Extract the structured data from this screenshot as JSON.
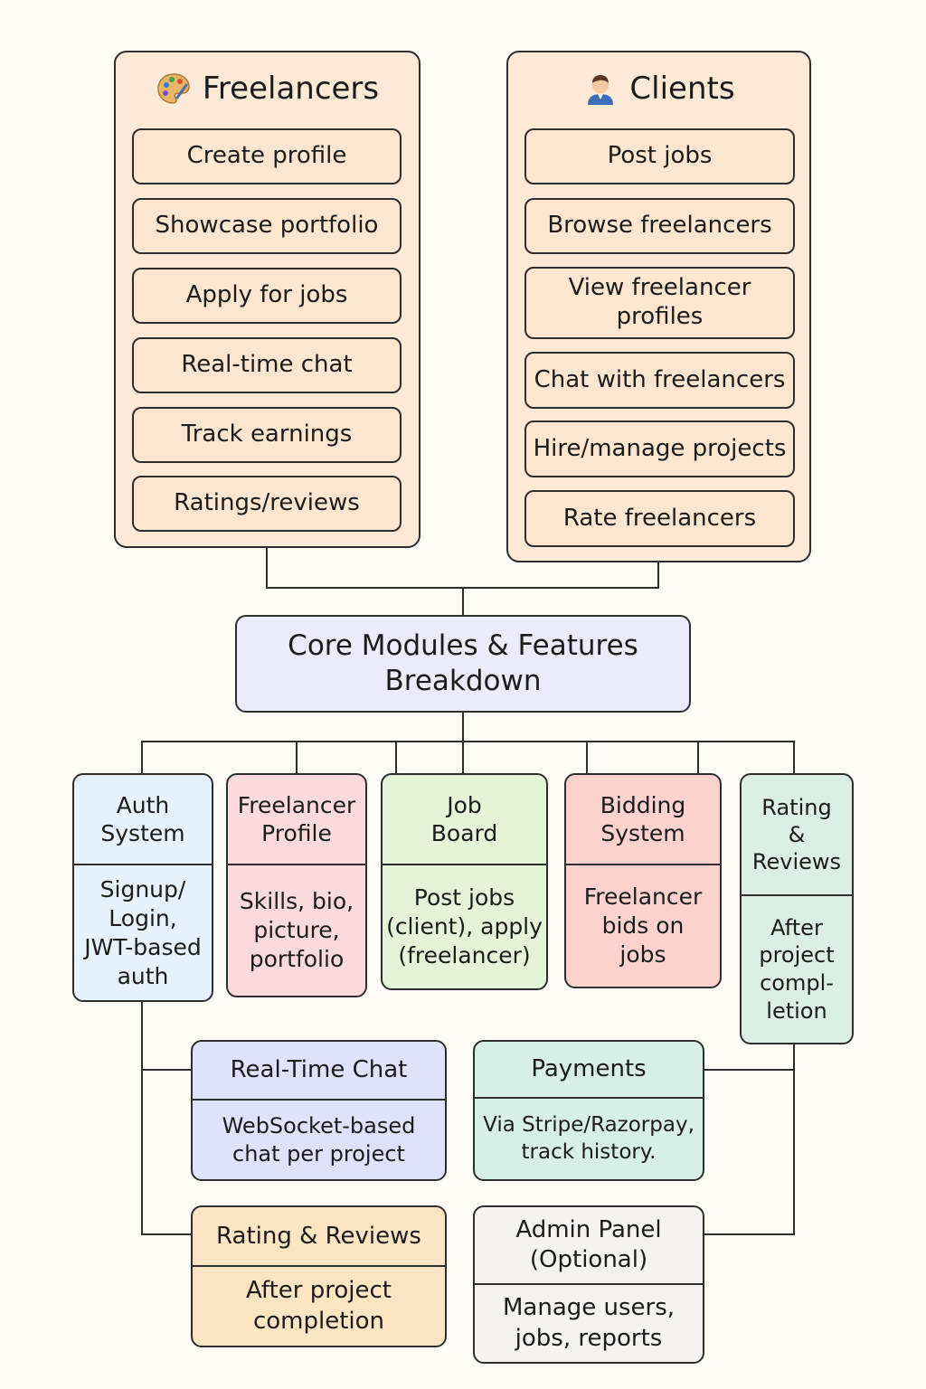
{
  "freelancers": {
    "title": "Freelancers",
    "icon": "palette-icon",
    "items": [
      "Create profile",
      "Showcase portfolio",
      "Apply for jobs",
      "Real-time chat",
      "Track earnings",
      "Ratings/reviews"
    ]
  },
  "clients": {
    "title": "Clients",
    "icon": "person-icon",
    "items": [
      "Post jobs",
      "Browse freelancers",
      "View freelancer profiles",
      "Chat with freelancers",
      "Hire/manage projects",
      "Rate freelancers"
    ]
  },
  "core": {
    "title": "Core Modules & Features Breakdown"
  },
  "modules": [
    {
      "title": "Auth\nSystem",
      "desc": "Signup/\nLogin,\nJWT-based\nauth",
      "color": "#e6f2fd"
    },
    {
      "title": "Freelancer\nProfile",
      "desc": "Skills, bio,\npicture,\nportfolio",
      "color": "#fadadb"
    },
    {
      "title": "Job\nBoard",
      "desc": "Post jobs\n(client), apply\n(freelancer)",
      "color": "#e3f4d8"
    },
    {
      "title": "Bidding\nSystem",
      "desc": "Freelancer\nbids on\njobs",
      "color": "#fbd2cd"
    },
    {
      "title": "Rating\n&\nReviews",
      "desc": "After\nproject\ncompl-\nletion",
      "color": "#dcefe5"
    }
  ],
  "lower_modules": [
    {
      "title": "Real-Time Chat",
      "desc": "WebSocket-based\nchat per project",
      "color": "#e0e1fb"
    },
    {
      "title": "Payments",
      "desc": "Via Stripe/Razorpay,\ntrack history.",
      "color": "#d7efe6"
    },
    {
      "title": "Rating & Reviews",
      "desc": "After project\ncompletion",
      "color": "#fbe5c2"
    },
    {
      "title": "Admin Panel\n(Optional)",
      "desc": "Manage users,\njobs, reports",
      "color": "#f5f2ef"
    }
  ],
  "colors": {
    "panel": "#fce9d6",
    "core": "#ecebfc",
    "line": "#2e2e2e"
  }
}
